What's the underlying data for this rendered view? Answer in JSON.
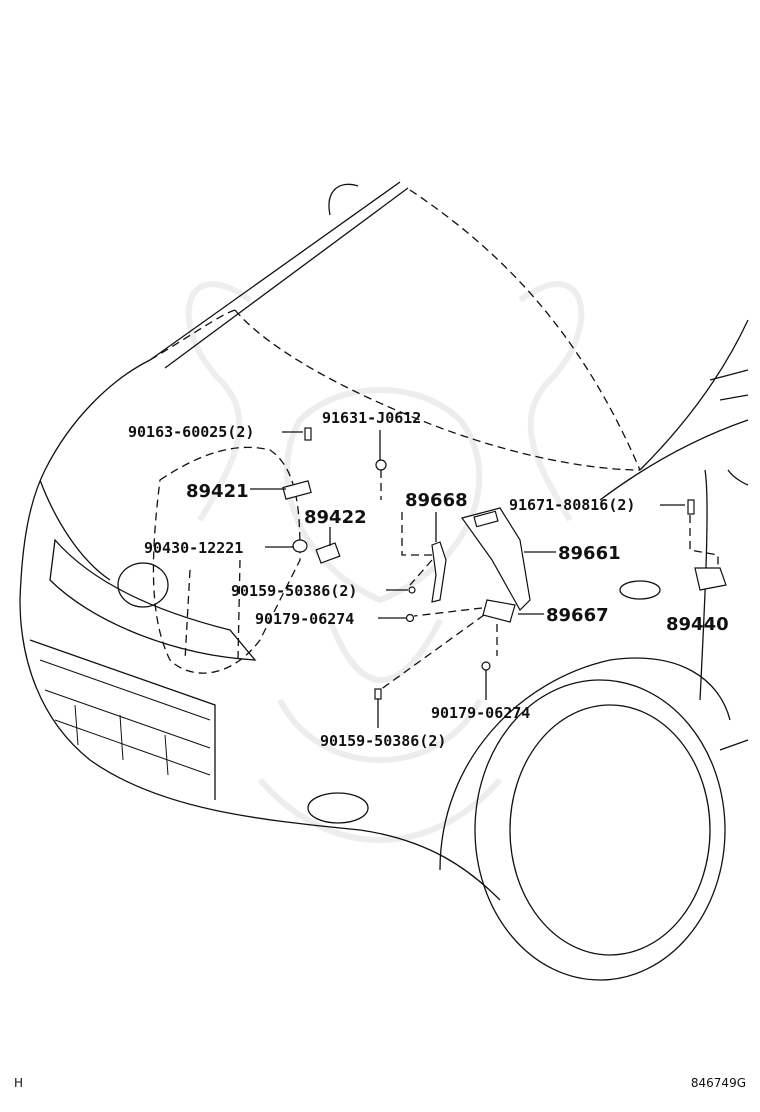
{
  "labels": {
    "p_90163": "90163-60025(2)",
    "p_91631": "91631-J0612",
    "p_89421": "89421",
    "p_89668": "89668",
    "p_89422": "89422",
    "p_91671": "91671-80816(2)",
    "p_90430": "90430-12221",
    "p_89661": "89661",
    "p_90159a": "90159-50386(2)",
    "p_90179a": "90179-06274",
    "p_89667": "89667",
    "p_89440": "89440",
    "p_90179b": "90179-06274",
    "p_90159b": "90159-50386(2)"
  },
  "footer": {
    "left_mark": "H",
    "diagram_id": "846749G"
  }
}
